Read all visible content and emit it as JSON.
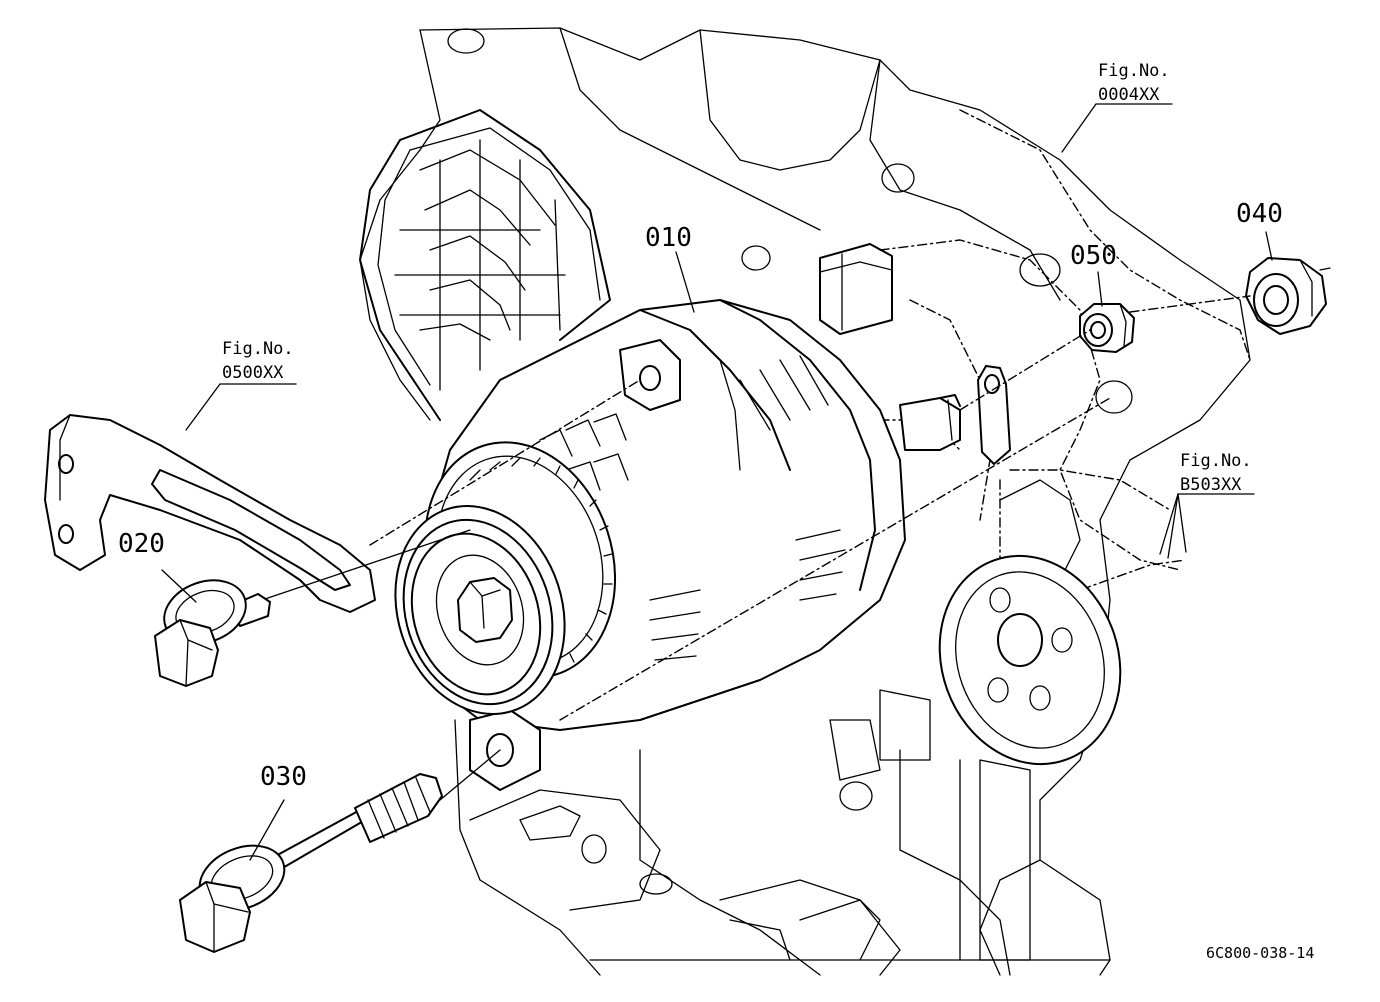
{
  "diagram": {
    "part_callouts": [
      {
        "id": "callout-010",
        "text": "010"
      },
      {
        "id": "callout-020",
        "text": "020"
      },
      {
        "id": "callout-030",
        "text": "030"
      },
      {
        "id": "callout-040",
        "text": "040"
      },
      {
        "id": "callout-050",
        "text": "050"
      }
    ],
    "figure_refs": [
      {
        "id": "fig-ref-0004",
        "label": "Fig.No.",
        "number": "0004XX"
      },
      {
        "id": "fig-ref-0500",
        "label": "Fig.No.",
        "number": "0500XX"
      },
      {
        "id": "fig-ref-b503",
        "label": "Fig.No.",
        "number": "B503XX"
      }
    ],
    "drawing_code": "6C800-038-14"
  }
}
